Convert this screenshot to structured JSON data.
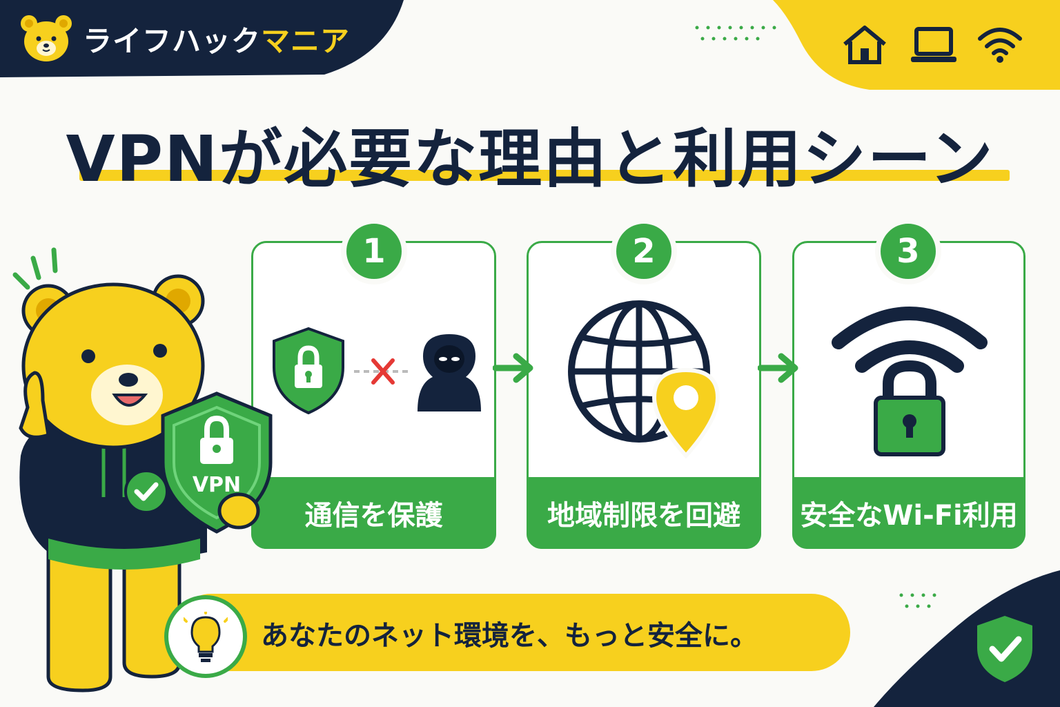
{
  "brand": {
    "name_part1": "ライフハック",
    "name_part2": "マニア",
    "logo_icon": "bear-face-icon"
  },
  "header_icons": [
    "home-icon",
    "laptop-icon",
    "wifi-icon"
  ],
  "title": "VPNが必要な理由と利用シーン",
  "steps": [
    {
      "number": "1",
      "label": "通信を保護",
      "icon": "shield-lock-vs-hacker-icon"
    },
    {
      "number": "2",
      "label": "地域制限を回避",
      "icon": "globe-location-pin-icon"
    },
    {
      "number": "3",
      "label": "安全なWi-Fi利用",
      "icon": "wifi-lock-icon"
    }
  ],
  "mascot": {
    "shield_text": "VPN"
  },
  "tagline": "あなたのネット環境を、もっと安全に。",
  "colors": {
    "navy": "#14233d",
    "yellow": "#f7d01e",
    "green": "#3aaa47",
    "red": "#e53935"
  }
}
